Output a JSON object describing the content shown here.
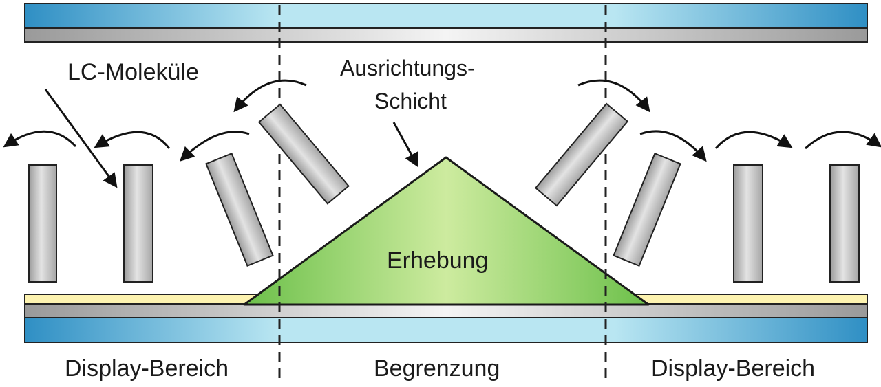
{
  "labels": {
    "lc_molecules": "LC-Moleküle",
    "alignment_line1": "Ausrichtungs-",
    "alignment_line2": "Schicht",
    "bump": "Erhebung",
    "display_left": "Display-Bereich",
    "boundary": "Begrenzung",
    "display_right": "Display-Bereich"
  },
  "colors": {
    "glass_blue": "#2f8fc4",
    "glass_light": "#b9e6f2",
    "bump_green": "#7ccd5a",
    "bump_light": "#c6e99a",
    "alignment_yellow": "#fdf3b0",
    "molecule_gray": "#a9a9a9"
  }
}
